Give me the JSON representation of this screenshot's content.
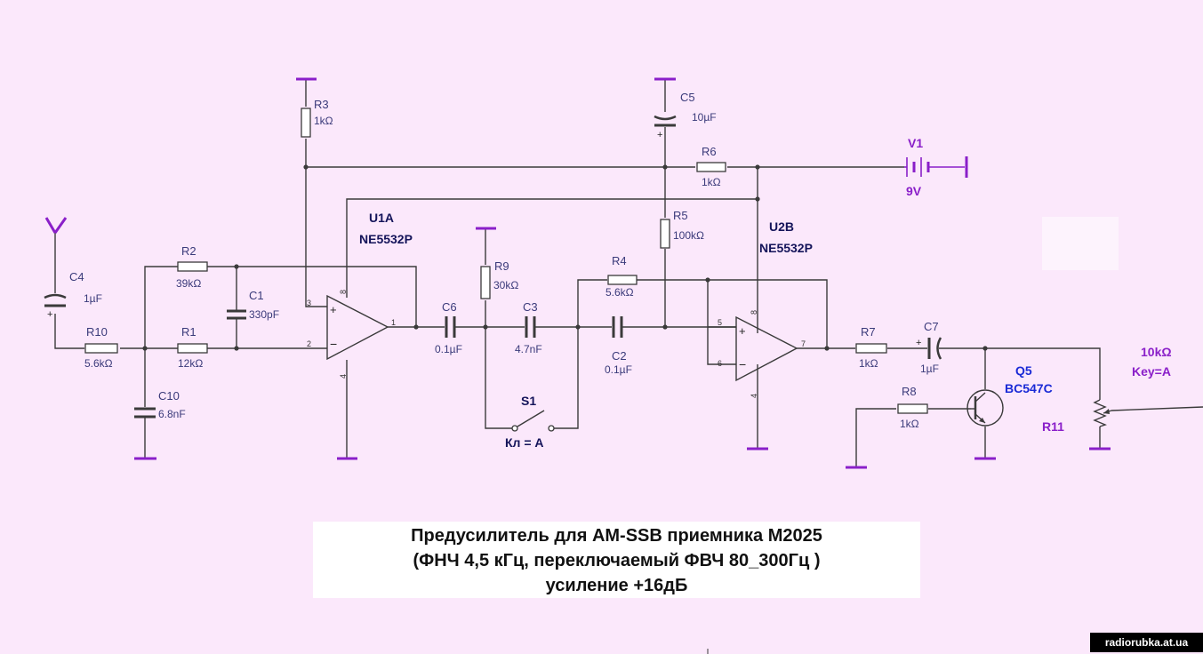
{
  "components": {
    "r3": {
      "ref": "R3",
      "value": "1kΩ"
    },
    "c5": {
      "ref": "C5",
      "value": "10µF"
    },
    "r6": {
      "ref": "R6",
      "value": "1kΩ"
    },
    "v1": {
      "ref": "V1",
      "value": "9V"
    },
    "u1a": {
      "ref": "U1A",
      "part": "NE5532P"
    },
    "u2b": {
      "ref": "U2B",
      "part": "NE5532P"
    },
    "r5": {
      "ref": "R5",
      "value": "100kΩ"
    },
    "c4": {
      "ref": "C4",
      "value": "1µF"
    },
    "r2": {
      "ref": "R2",
      "value": "39kΩ"
    },
    "c1": {
      "ref": "C1",
      "value": "330pF"
    },
    "r1": {
      "ref": "R1",
      "value": "12kΩ"
    },
    "r10": {
      "ref": "R10",
      "value": "5.6kΩ"
    },
    "c10": {
      "ref": "C10",
      "value": "6.8nF"
    },
    "r9": {
      "ref": "R9",
      "value": "30kΩ"
    },
    "c6": {
      "ref": "C6",
      "value": "0.1µF"
    },
    "c3": {
      "ref": "C3",
      "value": "4.7nF"
    },
    "r4": {
      "ref": "R4",
      "value": "5.6kΩ"
    },
    "c2": {
      "ref": "C2",
      "value": "0.1µF"
    },
    "s1": {
      "ref": "S1",
      "key": "Кл = A"
    },
    "r7": {
      "ref": "R7",
      "value": "1kΩ"
    },
    "c7": {
      "ref": "C7",
      "value": "1µF"
    },
    "r8": {
      "ref": "R8",
      "value": "1kΩ"
    },
    "q5": {
      "ref": "Q5",
      "part": "BC547C"
    },
    "r11": {
      "ref": "R11",
      "value": "10kΩ",
      "key": "Key=A"
    }
  },
  "pins": {
    "u1_p3": "3",
    "u1_p2": "2",
    "u1_p1": "1",
    "u1_p8": "8",
    "u1_p4": "4",
    "u1_plus": "+",
    "u1_minus": "−",
    "u2_p5": "5",
    "u2_p6": "6",
    "u2_p7": "7",
    "u2_p8": "8",
    "u2_p4": "4",
    "u2_plus": "+",
    "u2_minus": "−",
    "c4_plus": "+",
    "c5_plus": "+",
    "c7_plus": "+"
  },
  "caption": {
    "line1": "Предусилитель для AM-SSB приемника M2025",
    "line2": "(ФНЧ 4,5 кГц,  переключаемый ФВЧ 80_300Гц )",
    "line3": "усиление +16дБ"
  },
  "watermark": "radiorubka.at.ua",
  "colors": {
    "background": "#fbe8fb",
    "wire": "#3a3a3a",
    "ground_power": "#8a1fc9",
    "transistor_label": "#1a2ad6"
  }
}
